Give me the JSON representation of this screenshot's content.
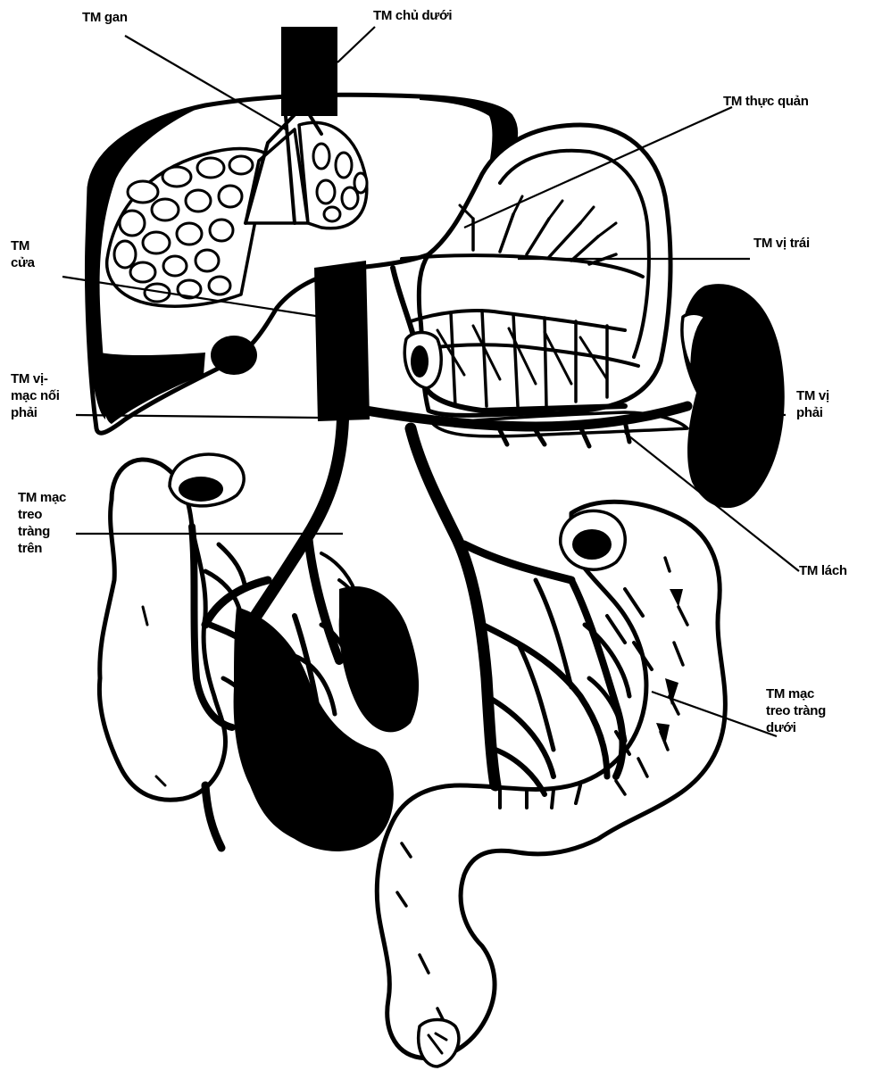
{
  "labels": {
    "hepatic": "TM gan",
    "ivc": "TM chủ dưới",
    "esophageal": "TM thực quản",
    "portal": [
      "TM",
      "cửa"
    ],
    "left_gastric": "TM vị trái",
    "right_gastroepiploic": [
      "TM vị-",
      "mạc nối",
      "phải"
    ],
    "right_gastric": [
      "TM vị",
      "phải"
    ],
    "superior_mesenteric": [
      "TM mạc",
      "treo",
      "tràng",
      "trên"
    ],
    "splenic": "TM lách",
    "inferior_mesenteric": [
      "TM mạc",
      "treo tràng",
      "dưới"
    ]
  },
  "organ_icons": {
    "liver": "liver-organ",
    "stomach": "stomach-organ",
    "spleen": "spleen-organ",
    "small_intestine": "small-intestine-organ",
    "colon": "colon-organ"
  },
  "colors": {
    "ink": "#000000",
    "paper": "#ffffff"
  }
}
